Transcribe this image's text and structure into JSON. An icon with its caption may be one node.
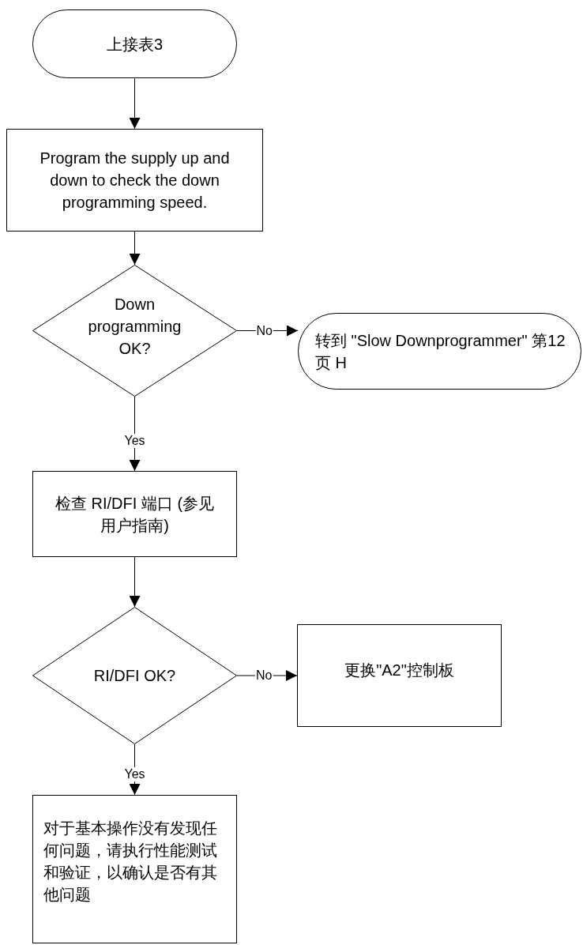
{
  "diagram": {
    "nodes": [
      {
        "text": [
          "上接表3"
        ]
      },
      {
        "text": [
          "Program the supply up and down to check the down programming speed."
        ]
      },
      {
        "text": [
          "Down programming OK?"
        ]
      },
      {
        "text": [
          "转到 \"Slow Downprogrammer\" 第12页 H"
        ]
      },
      {
        "text": [
          "检查 RI/DFI 端口 (参见用户指南)"
        ]
      },
      {
        "text": [
          "RI/DFI OK?"
        ]
      },
      {
        "text": [
          "更换\"A2\"控制板"
        ]
      },
      {
        "text": [
          "对于基本操作没有发现任何问题，请执行性能测试和验证，以确认是否有其他问题"
        ]
      }
    ],
    "edges": [
      {
        "from": 0,
        "to": 1,
        "arrow": "to"
      },
      {
        "from": 1,
        "to": 2,
        "arrow": "to"
      },
      {
        "from": 2,
        "to": 3,
        "arrow": "to",
        "label": "No"
      },
      {
        "from": 2,
        "to": 4,
        "arrow": "to",
        "label": "Yes"
      },
      {
        "from": 4,
        "to": 5,
        "arrow": "to"
      },
      {
        "from": 5,
        "to": 6,
        "arrow": "to",
        "label": "No"
      },
      {
        "from": 5,
        "to": 7,
        "arrow": "to",
        "label": "Yes"
      }
    ]
  }
}
